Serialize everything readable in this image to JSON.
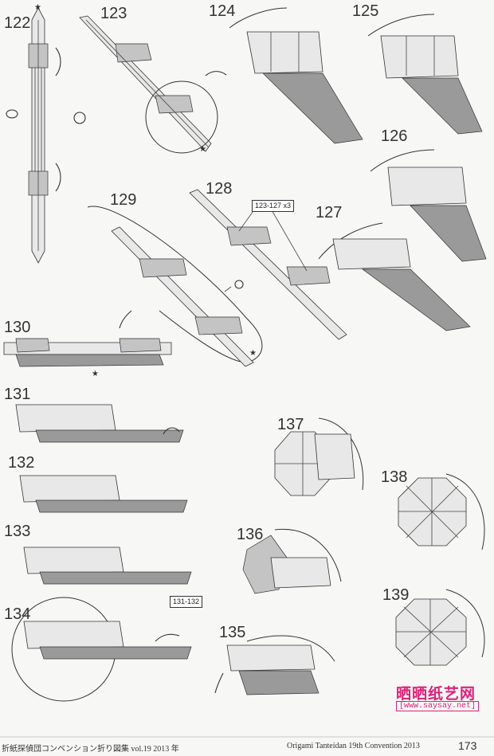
{
  "steps": {
    "s122": "122",
    "s123": "123",
    "s124": "124",
    "s125": "125",
    "s126": "126",
    "s127": "127",
    "s128": "128",
    "s129": "129",
    "s130": "130",
    "s131": "131",
    "s132": "132",
    "s133": "133",
    "s134": "134",
    "s135": "135",
    "s136": "136",
    "s137": "137",
    "s138": "138",
    "s139": "139"
  },
  "tags": {
    "repeat_123_127": "123-127 x3",
    "repeat_131_132": "131-132"
  },
  "footer": {
    "left": "折紙探偵団コンベンション折り図集 vol.19 2013 年",
    "right": "Origami Tanteidan 19th Convention 2013",
    "page_number": "173"
  },
  "watermark": {
    "brand": "晒晒纸艺网",
    "url": "[www.saysay.net]"
  },
  "colors": {
    "watermark": "#e0207a",
    "paper_light": "#e8e8e8",
    "paper_mid": "#c4c4c4",
    "paper_dark": "#9a9a9a"
  },
  "icons": [
    "star-icon",
    "rotate-icon",
    "flip-icon",
    "viewpoint-icon",
    "arrow-icon"
  ]
}
